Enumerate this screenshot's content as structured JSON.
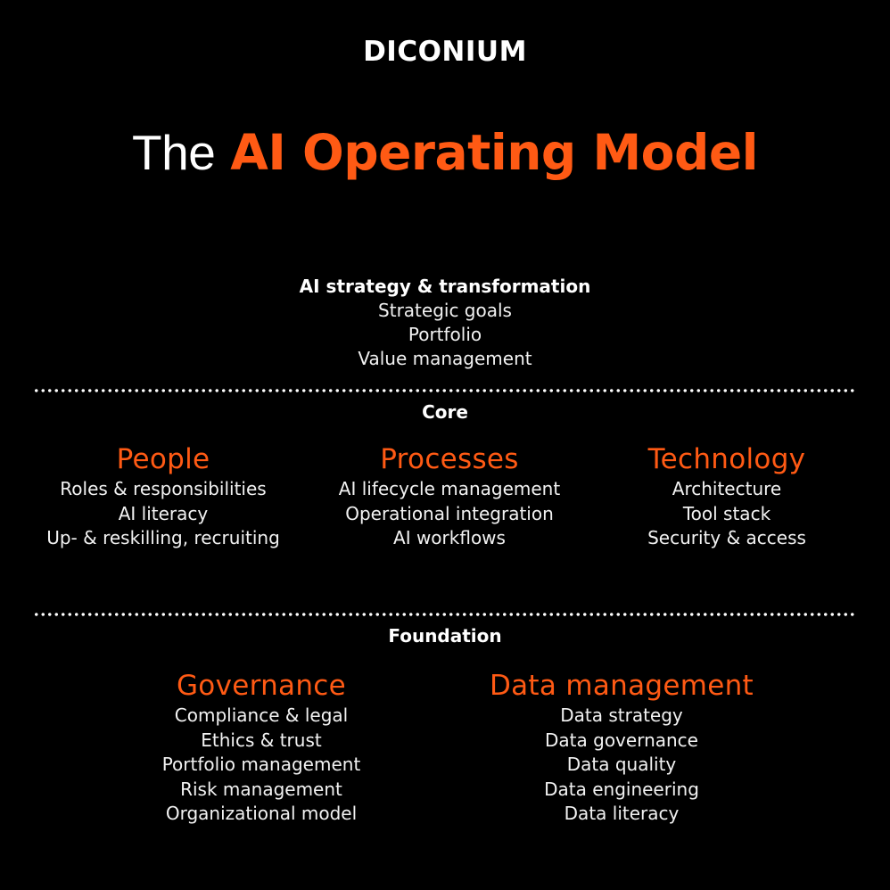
{
  "brand": "DICONIUM",
  "title": {
    "prefix": "The",
    "highlight": "AI Operating Model"
  },
  "colors": {
    "background": "#000000",
    "accent": "#ff5a14",
    "text": "#ffffff"
  },
  "strategy": {
    "heading": "AI strategy & transformation",
    "items": [
      "Strategic goals",
      "Portfolio",
      "Value management"
    ]
  },
  "core": {
    "heading": "Core",
    "columns": [
      {
        "title": "People",
        "items": [
          "Roles & responsibilities",
          "AI literacy",
          "Up- & reskilling, recruiting"
        ]
      },
      {
        "title": "Processes",
        "items": [
          "AI lifecycle management",
          "Operational integration",
          "AI workflows"
        ]
      },
      {
        "title": "Technology",
        "items": [
          "Architecture",
          "Tool stack",
          "Security & access"
        ]
      }
    ]
  },
  "foundation": {
    "heading": "Foundation",
    "columns": [
      {
        "title": "Governance",
        "items": [
          "Compliance & legal",
          "Ethics & trust",
          "Portfolio management",
          "Risk management",
          "Organizational model"
        ]
      },
      {
        "title": "Data management",
        "items": [
          "Data strategy",
          "Data governance",
          "Data quality",
          "Data engineering",
          "Data literacy"
        ]
      }
    ]
  }
}
